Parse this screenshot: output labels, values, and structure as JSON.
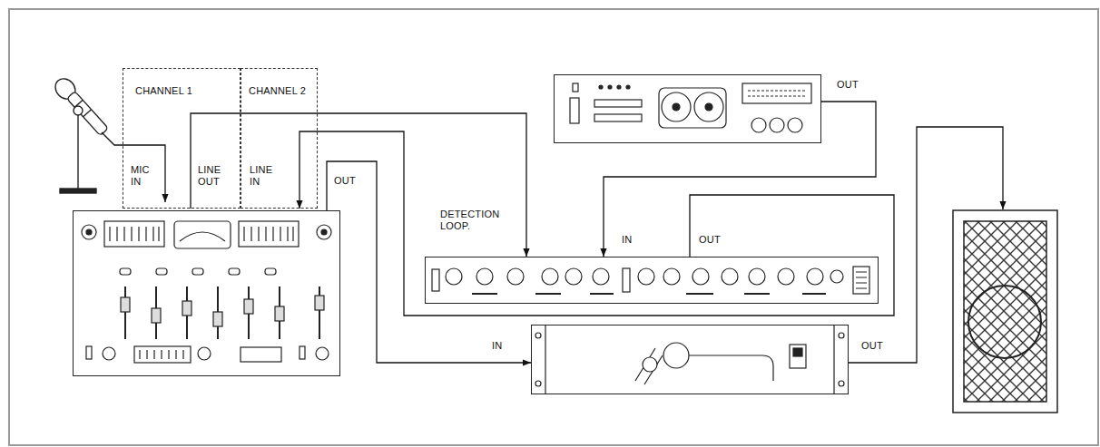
{
  "diagram": {
    "nodes": [
      {
        "text": [
          "CHANNEL 1",
          "MIC IN",
          "LINE OUT"
        ]
      },
      {
        "text": [
          "CHANNEL 2",
          "LINE IN"
        ]
      },
      {
        "text": [
          "OUT"
        ]
      },
      {
        "text": [
          "OUT"
        ]
      },
      {
        "text": [
          "DETECTION LOOP.",
          "IN",
          "OUT"
        ]
      },
      {
        "text": [
          "IN",
          "OUT"
        ]
      }
    ],
    "edges": [
      {
        "from": 0,
        "to": 4,
        "arrow": "to"
      },
      {
        "from": 2,
        "to": 4,
        "arrow": "to"
      },
      {
        "from": 4,
        "to": 1,
        "arrow": "to"
      },
      {
        "from": 3,
        "to": 5,
        "arrow": "to"
      }
    ]
  }
}
